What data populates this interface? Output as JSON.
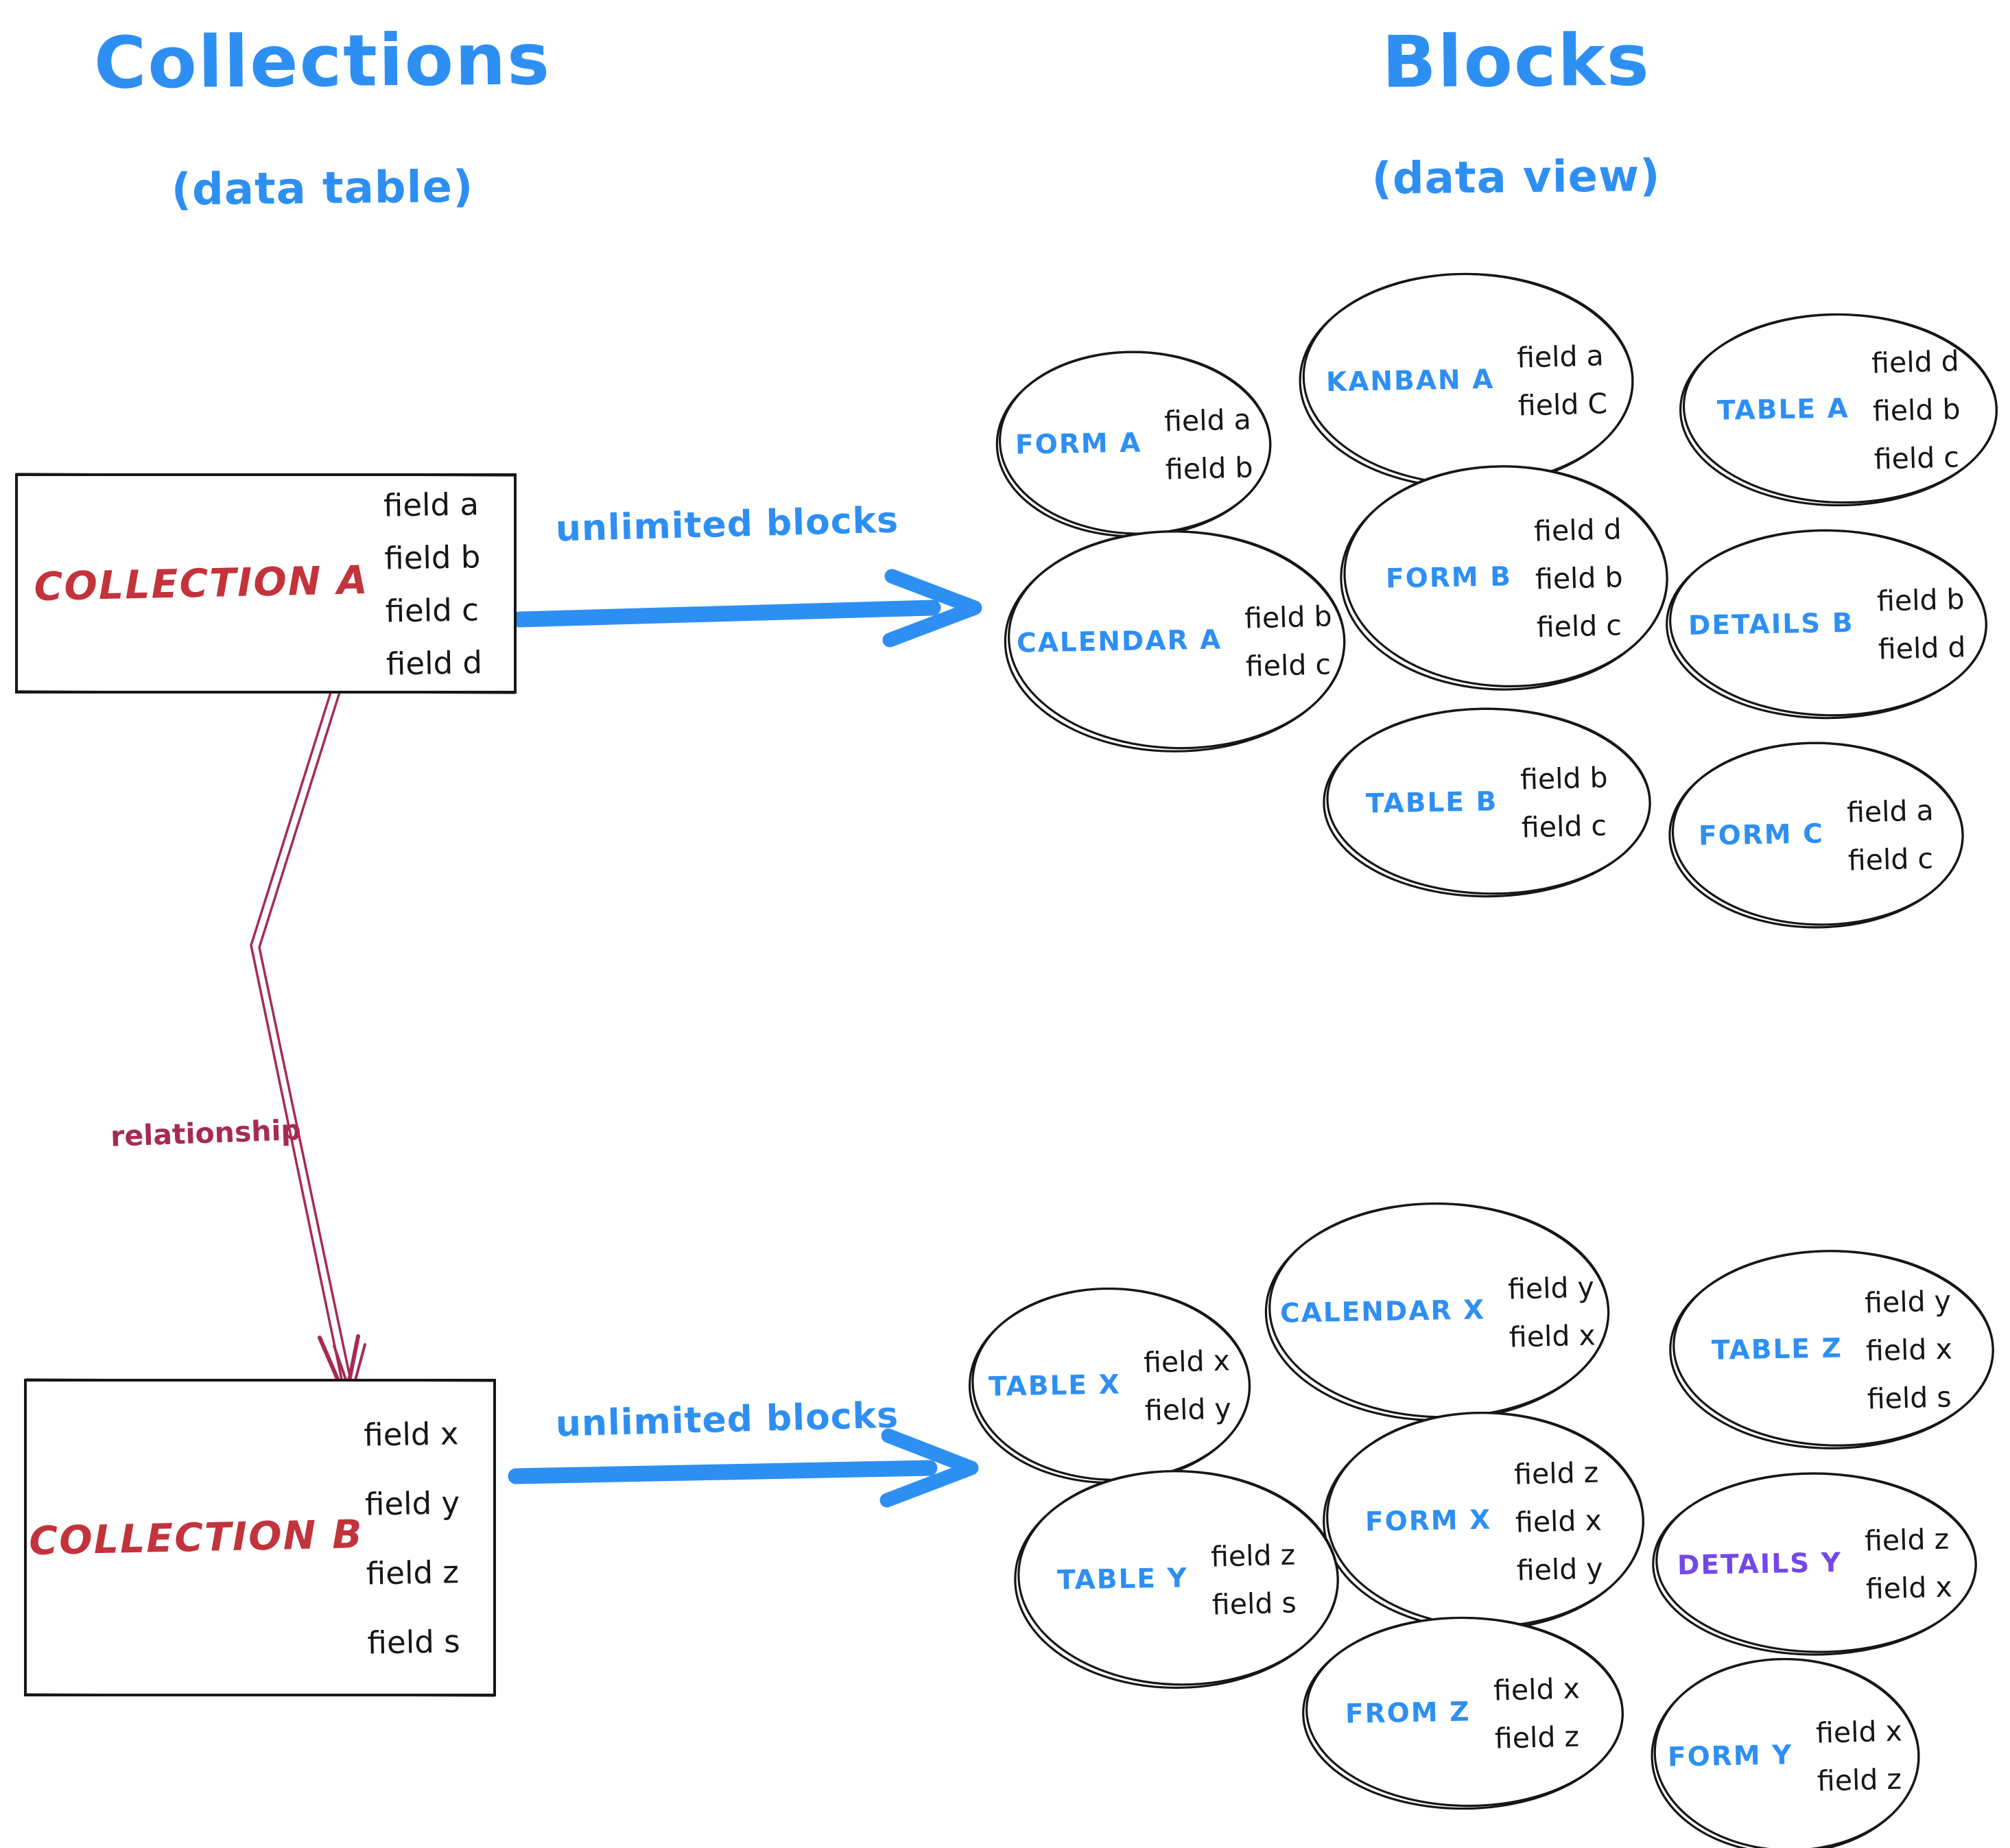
{
  "colors": {
    "accent_blue": "#2e8ff2",
    "collection_red": "#c2333c",
    "relationship_crimson": "#a62a56",
    "details_purple": "#7448e8",
    "ink_black": "#161616"
  },
  "left_column": {
    "title": "Collections",
    "subtitle": "(data table)"
  },
  "right_column": {
    "title": "Blocks",
    "subtitle": "(data view)"
  },
  "collections": [
    {
      "id": "collection-a",
      "name": "COLLECTION A",
      "fields": [
        "field a",
        "field b",
        "field c",
        "field d"
      ]
    },
    {
      "id": "collection-b",
      "name": "COLLECTION B",
      "fields": [
        "field x",
        "field y",
        "field z",
        "field s"
      ]
    }
  ],
  "arrows": {
    "collection_a": {
      "label": "unlimited blocks"
    },
    "collection_b": {
      "label": "unlimited blocks"
    }
  },
  "relationship": {
    "label": "relationship"
  },
  "blocks_a": [
    {
      "id": "form-a",
      "label": "FORM A",
      "label_color": "#2e8ff2",
      "fields": [
        "field a",
        "field b"
      ]
    },
    {
      "id": "kanban-a",
      "label": "KANBAN A",
      "label_color": "#2e8ff2",
      "fields": [
        "field a",
        "field C"
      ]
    },
    {
      "id": "table-a",
      "label": "TABLE A",
      "label_color": "#2e8ff2",
      "fields": [
        "field d",
        "field b",
        "field c"
      ]
    },
    {
      "id": "calendar-a",
      "label": "CALENDAR A",
      "label_color": "#2e8ff2",
      "fields": [
        "field b",
        "field c"
      ]
    },
    {
      "id": "form-b",
      "label": "FORM B",
      "label_color": "#2e8ff2",
      "fields": [
        "field d",
        "field b",
        "field c"
      ]
    },
    {
      "id": "details-b",
      "label": "DETAILS B",
      "label_color": "#2e8ff2",
      "fields": [
        "field b",
        "field d"
      ]
    },
    {
      "id": "table-b",
      "label": "TABLE B",
      "label_color": "#2e8ff2",
      "fields": [
        "field b",
        "field c"
      ]
    },
    {
      "id": "form-c",
      "label": "FORM C",
      "label_color": "#2e8ff2",
      "fields": [
        "field a",
        "field c"
      ]
    }
  ],
  "blocks_b": [
    {
      "id": "table-x",
      "label": "TABLE X",
      "label_color": "#2e8ff2",
      "fields": [
        "field x",
        "field y"
      ]
    },
    {
      "id": "calendar-x",
      "label": "CALENDAR X",
      "label_color": "#2e8ff2",
      "fields": [
        "field y",
        "field x"
      ]
    },
    {
      "id": "table-z",
      "label": "TABLE Z",
      "label_color": "#2e8ff2",
      "fields": [
        "field y",
        "field x",
        "field s"
      ]
    },
    {
      "id": "form-x",
      "label": "FORM X",
      "label_color": "#2e8ff2",
      "fields": [
        "field z",
        "field x",
        "field y"
      ]
    },
    {
      "id": "table-y",
      "label": "TABLE Y",
      "label_color": "#2e8ff2",
      "fields": [
        "field z",
        "field s"
      ]
    },
    {
      "id": "details-y",
      "label": "DETAILS Y",
      "label_color": "#7448e8",
      "fields": [
        "field z",
        "field x"
      ]
    },
    {
      "id": "from-z",
      "label": "FROM Z",
      "label_color": "#2e8ff2",
      "fields": [
        "field x",
        "field z"
      ]
    },
    {
      "id": "form-y",
      "label": "FORM Y",
      "label_color": "#2e8ff2",
      "fields": [
        "field x",
        "field z"
      ]
    }
  ]
}
